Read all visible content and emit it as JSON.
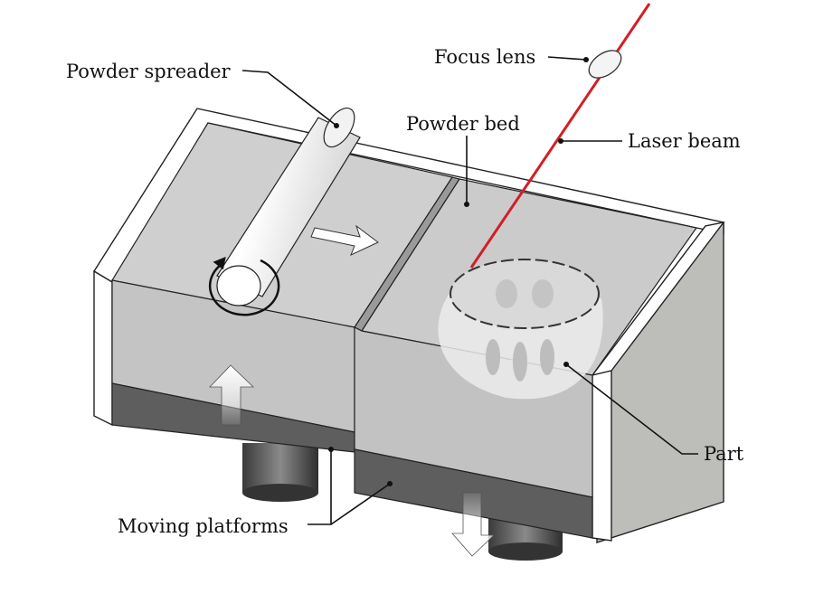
{
  "title": "Powder bed fusion process",
  "labels": {
    "powder_spreader": "Powder spreader",
    "focus_lens": "Focus lens",
    "powder_bed": "Powder bed",
    "laser_beam": "Laser beam",
    "part": "Part",
    "moving_platforms": "Moving platforms"
  },
  "colors": {
    "laser": "#d21f26",
    "powder": "#c9c9c9",
    "platform": "#5e5e5e",
    "frame": "#ffffff"
  }
}
